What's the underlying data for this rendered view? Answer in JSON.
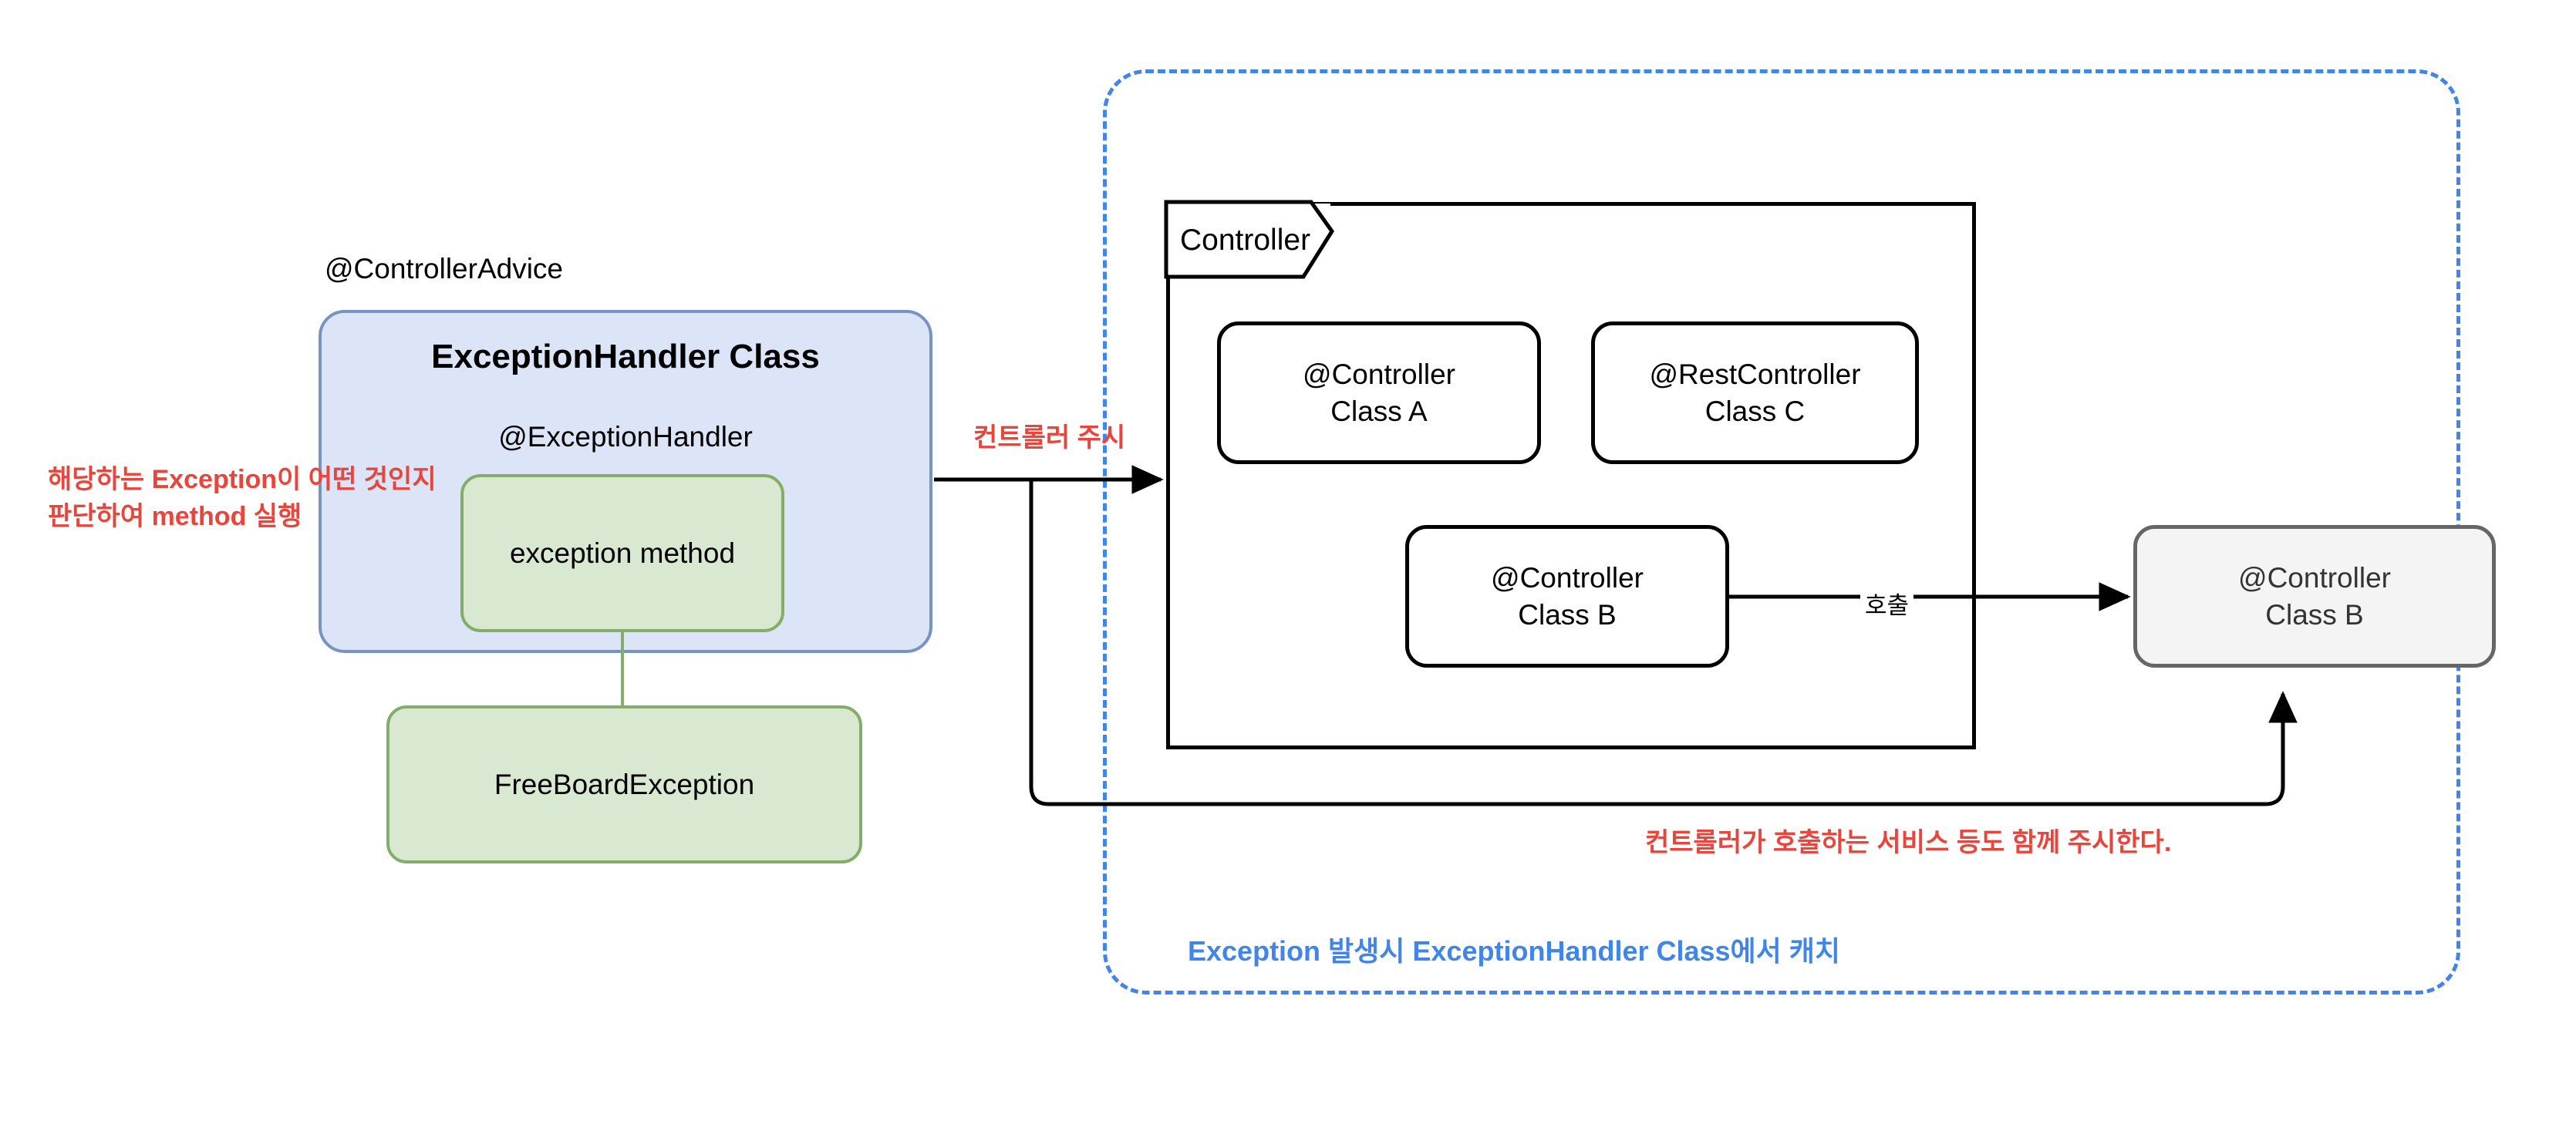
{
  "diagram": {
    "title_note": "Spring @ControllerAdvice exception handling diagram",
    "colors": {
      "blue_fill": "#dbe5f7",
      "blue_stroke": "#7793c4",
      "green_fill": "#d9e8d0",
      "green_stroke": "#84ad6a",
      "gray_fill": "#f4f4f4",
      "gray_stroke": "#666666",
      "red_text": "#e8453c",
      "blue_text": "#4285e8",
      "black": "#000000"
    }
  },
  "advice": {
    "annotation_label": "@ControllerAdvice",
    "class_title": "ExceptionHandler Class",
    "method_annotation": "@ExceptionHandler",
    "exception_method_label": "exception method",
    "exception_type_label": "FreeBoardException"
  },
  "notes": {
    "left_note": "해당하는 Exception이 어떤 것인지\n판단하여 method 실행",
    "watch_controller": "컨트롤러 주시",
    "call_label": "호출",
    "service_note": "컨트롤러가 호출하는 서비스 등도 함께 주시한다.",
    "catch_note": "Exception 발생시 ExceptionHandler Class에서 캐치"
  },
  "controller_group": {
    "tab_label": "Controller",
    "classes": [
      {
        "annotation": "@Controller",
        "name": "Class A",
        "label": "@Controller\nClass A"
      },
      {
        "annotation": "@RestController",
        "name": "Class C",
        "label": "@RestController\nClass C"
      },
      {
        "annotation": "@Controller",
        "name": "Class B",
        "label": "@Controller\nClass B"
      }
    ]
  },
  "external_service": {
    "annotation": "@Controller",
    "name": "Class B",
    "label": "@Controller\nClass B"
  }
}
